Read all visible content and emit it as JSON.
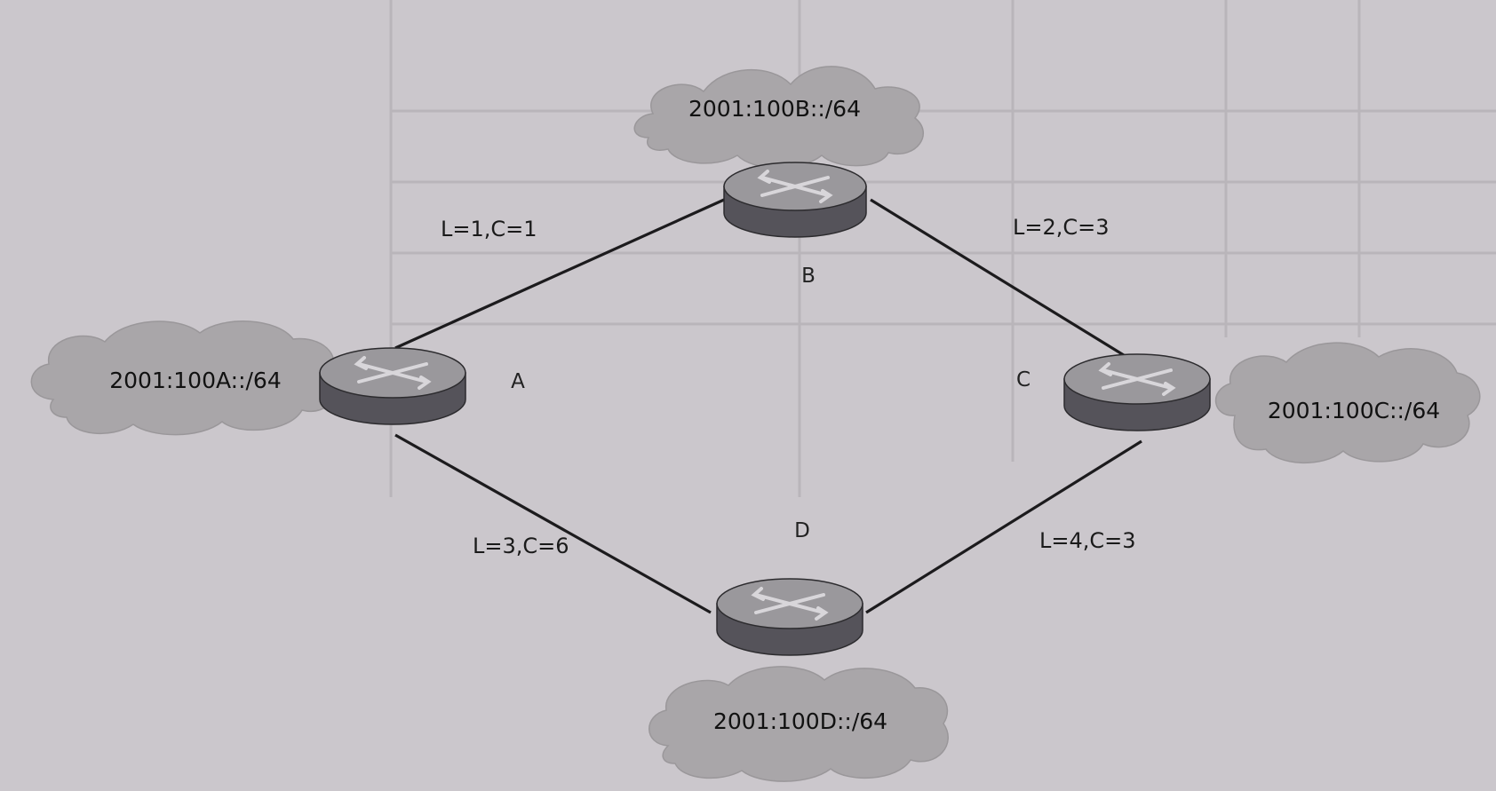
{
  "routers": [
    {
      "id": "A",
      "label": "A"
    },
    {
      "id": "B",
      "label": "B"
    },
    {
      "id": "C",
      "label": "C"
    },
    {
      "id": "D",
      "label": "D"
    }
  ],
  "networks": {
    "A": "2001:100A::/64",
    "B": "2001:100B::/64",
    "C": "2001:100C::/64",
    "D": "2001:100D::/64"
  },
  "links": [
    {
      "from": "A",
      "to": "B",
      "label": "L=1,C=1"
    },
    {
      "from": "B",
      "to": "C",
      "label": "L=2,C=3"
    },
    {
      "from": "A",
      "to": "D",
      "label": "L=3,C=6"
    },
    {
      "from": "D",
      "to": "C",
      "label": "L=4,C=3"
    }
  ]
}
